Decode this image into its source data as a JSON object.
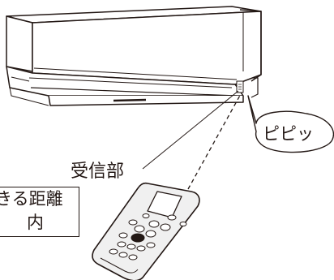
{
  "labels": {
    "receiver": "受信部",
    "beep": "ピピッ",
    "range_line1": "きる距離",
    "range_line2": "内"
  },
  "colors": {
    "outline": "#231815",
    "unit_body": "#ffffff",
    "remote_body": "#f0f0f0",
    "remote_screen": "#ffffff"
  },
  "icons": [
    "air-conditioner-icon",
    "remote-control-icon",
    "speech-bubble-icon"
  ]
}
